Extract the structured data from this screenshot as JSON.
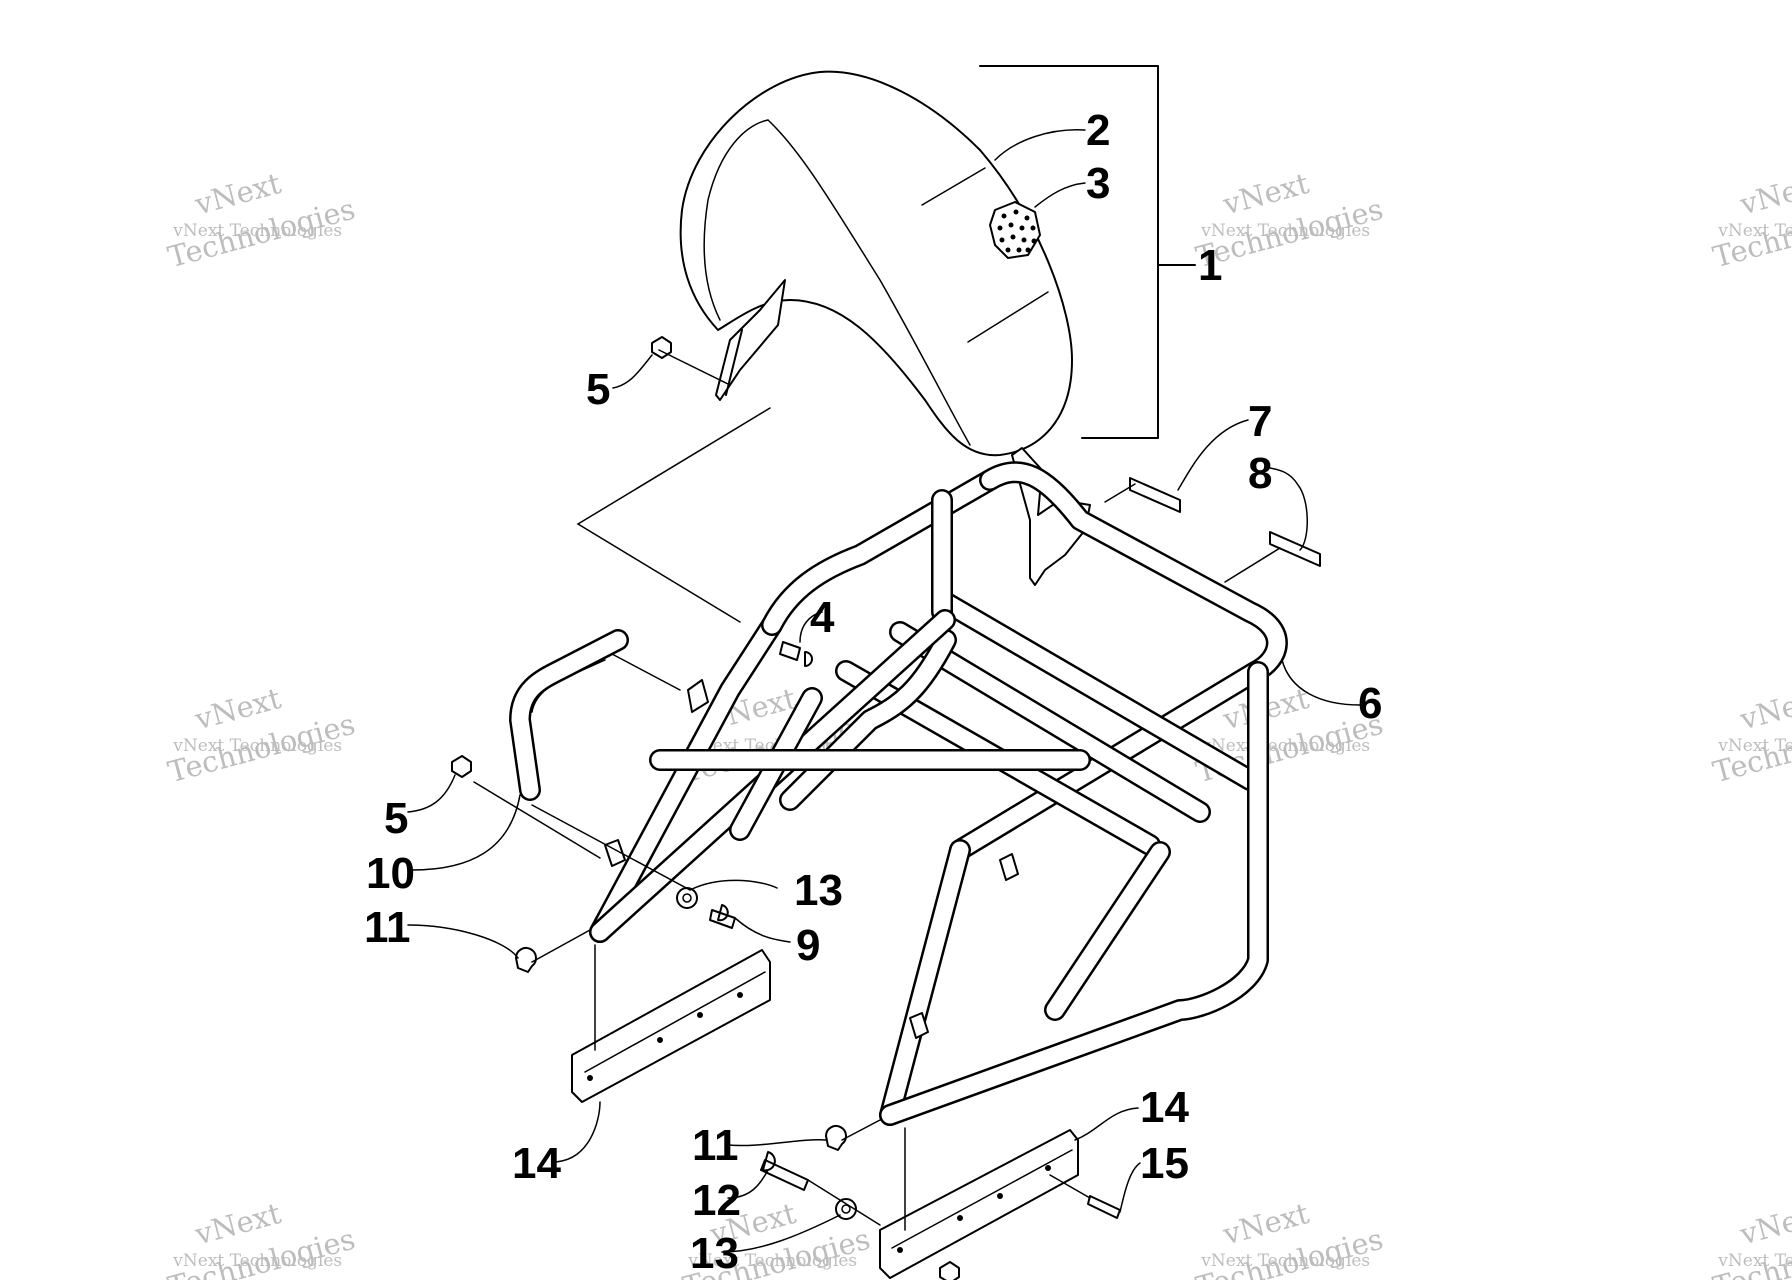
{
  "watermark": {
    "line1": "vNext",
    "line2": "vNext Technologies",
    "line3": "Technologies"
  },
  "callouts": [
    "1",
    "2",
    "3",
    "4",
    "5",
    "5",
    "6",
    "7",
    "8",
    "9",
    "10",
    "11",
    "11",
    "12",
    "13",
    "13",
    "14",
    "14",
    "15"
  ]
}
